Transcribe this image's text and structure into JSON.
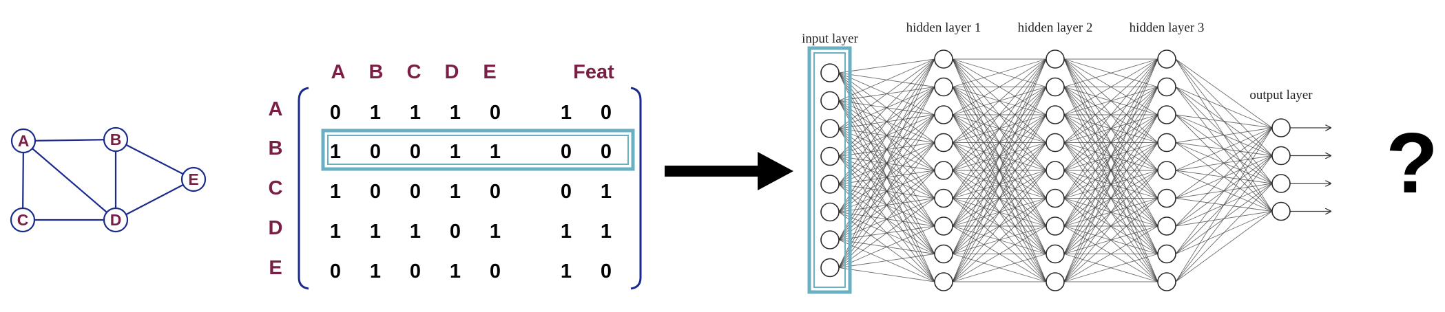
{
  "colors": {
    "graph_stroke": "#1a2a8c",
    "node_label": "#7a1f45",
    "matrix_header": "#7a1f45",
    "matrix_value": "#000000",
    "highlight": "#6bb0c2",
    "network_stroke": "#3a3a3a",
    "arrow": "#000000"
  },
  "graph": {
    "nodes": [
      "A",
      "B",
      "C",
      "D",
      "E"
    ],
    "edges": [
      [
        "A",
        "B"
      ],
      [
        "A",
        "C"
      ],
      [
        "A",
        "D"
      ],
      [
        "B",
        "D"
      ],
      [
        "B",
        "E"
      ],
      [
        "C",
        "D"
      ],
      [
        "D",
        "E"
      ]
    ]
  },
  "matrix": {
    "column_headers": [
      "A",
      "B",
      "C",
      "D",
      "E"
    ],
    "feature_header": "Feat",
    "rows": [
      {
        "label": "A",
        "adjacency": [
          "0",
          "1",
          "1",
          "1",
          "0"
        ],
        "features": [
          "1",
          "0"
        ]
      },
      {
        "label": "B",
        "adjacency": [
          "1",
          "0",
          "0",
          "1",
          "1"
        ],
        "features": [
          "0",
          "0"
        ]
      },
      {
        "label": "C",
        "adjacency": [
          "1",
          "0",
          "0",
          "1",
          "0"
        ],
        "features": [
          "0",
          "1"
        ]
      },
      {
        "label": "D",
        "adjacency": [
          "1",
          "1",
          "1",
          "0",
          "1"
        ],
        "features": [
          "1",
          "1"
        ]
      },
      {
        "label": "E",
        "adjacency": [
          "0",
          "1",
          "0",
          "1",
          "0"
        ],
        "features": [
          "1",
          "0"
        ]
      }
    ],
    "highlighted_row": "B"
  },
  "network": {
    "layers": [
      {
        "label": "input layer",
        "units": 8
      },
      {
        "label": "hidden layer 1",
        "units": 9
      },
      {
        "label": "hidden layer 2",
        "units": 9
      },
      {
        "label": "hidden layer 3",
        "units": 9
      },
      {
        "label": "output layer",
        "units": 4
      }
    ],
    "highlighted_layer": "input layer"
  },
  "result_symbol": "?"
}
